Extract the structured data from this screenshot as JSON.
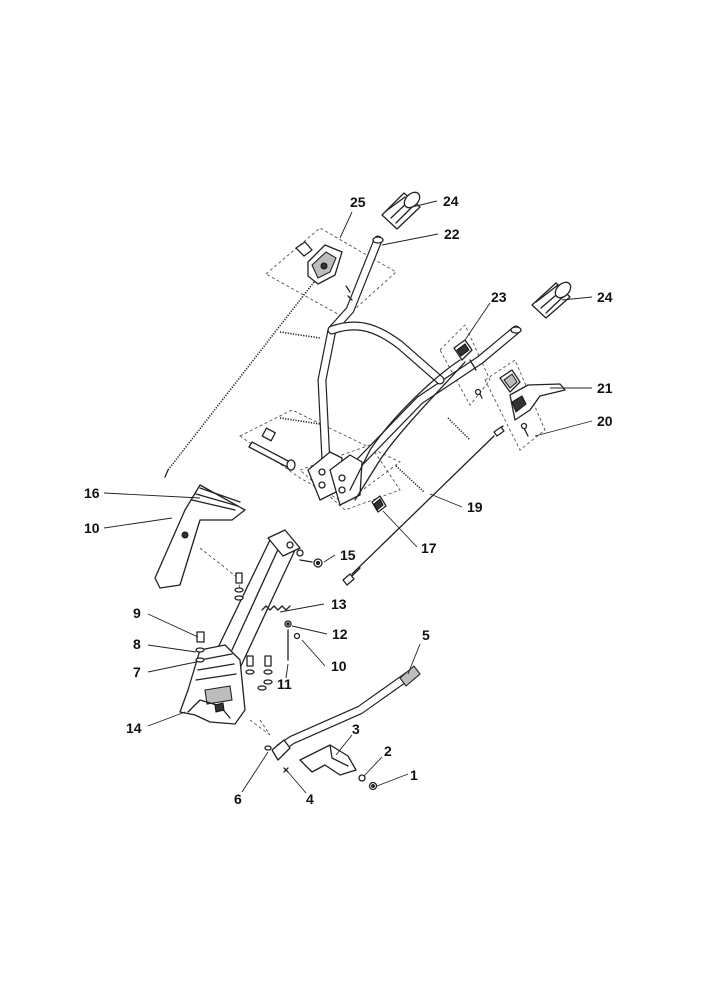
{
  "labels": {
    "l1": "1",
    "l2": "2",
    "l3": "3",
    "l4": "4",
    "l5": "5",
    "l6": "6",
    "l7": "7",
    "l8": "8",
    "l9": "9",
    "l10a": "10",
    "l10b": "10",
    "l11": "11",
    "l12": "12",
    "l13": "13",
    "l14": "14",
    "l15": "15",
    "l16": "16",
    "l17": "17",
    "l19": "19",
    "l20": "20",
    "l21": "21",
    "l22": "22",
    "l23": "23",
    "l24a": "24",
    "l24b": "24",
    "l25": "25"
  }
}
